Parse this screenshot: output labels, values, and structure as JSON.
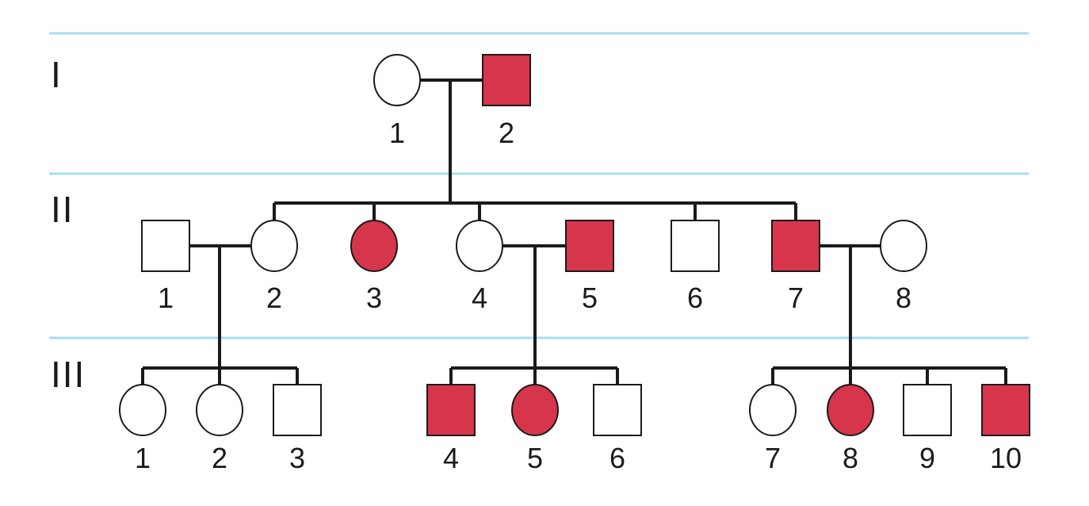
{
  "colors": {
    "affected": "#d6354b",
    "unaffected": "#ffffff",
    "line": "#1a1a1a",
    "divider": "#a9dcef"
  },
  "generations": [
    {
      "label": "I",
      "individuals": [
        {
          "number": "1",
          "sex": "female",
          "affected": false
        },
        {
          "number": "2",
          "sex": "male",
          "affected": true
        }
      ]
    },
    {
      "label": "II",
      "individuals": [
        {
          "number": "1",
          "sex": "male",
          "affected": false
        },
        {
          "number": "2",
          "sex": "female",
          "affected": false
        },
        {
          "number": "3",
          "sex": "female",
          "affected": true
        },
        {
          "number": "4",
          "sex": "female",
          "affected": false
        },
        {
          "number": "5",
          "sex": "male",
          "affected": true
        },
        {
          "number": "6",
          "sex": "male",
          "affected": false
        },
        {
          "number": "7",
          "sex": "male",
          "affected": true
        },
        {
          "number": "8",
          "sex": "female",
          "affected": false
        }
      ]
    },
    {
      "label": "III",
      "individuals": [
        {
          "number": "1",
          "sex": "female",
          "affected": false
        },
        {
          "number": "2",
          "sex": "female",
          "affected": false
        },
        {
          "number": "3",
          "sex": "male",
          "affected": false
        },
        {
          "number": "4",
          "sex": "male",
          "affected": true
        },
        {
          "number": "5",
          "sex": "female",
          "affected": true
        },
        {
          "number": "6",
          "sex": "male",
          "affected": false
        },
        {
          "number": "7",
          "sex": "female",
          "affected": false
        },
        {
          "number": "8",
          "sex": "female",
          "affected": true
        },
        {
          "number": "9",
          "sex": "male",
          "affected": false
        },
        {
          "number": "10",
          "sex": "male",
          "affected": true
        }
      ]
    }
  ]
}
